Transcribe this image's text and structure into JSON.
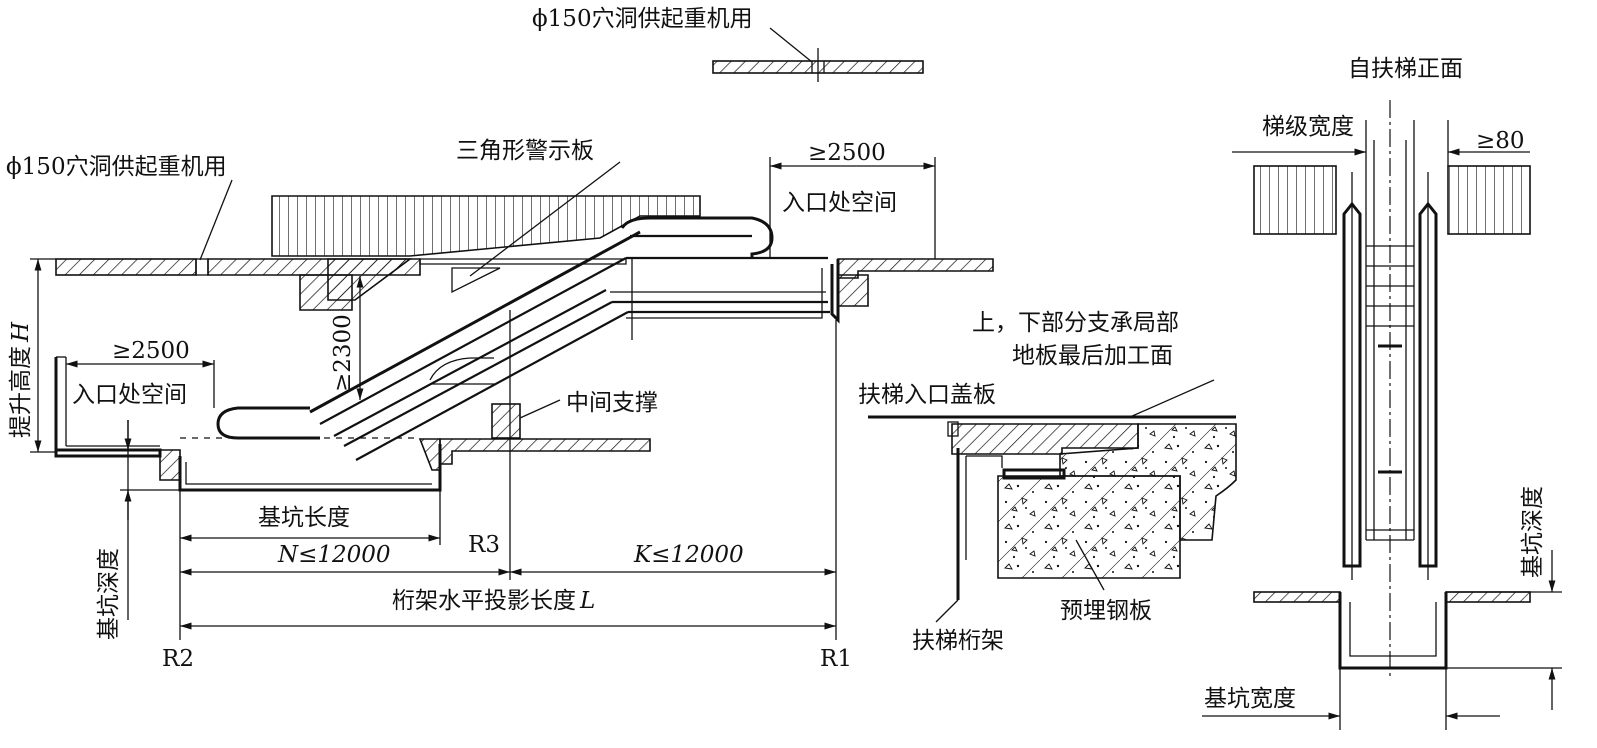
{
  "labels": {
    "crane_hole_top": "ϕ150穴洞供起重机用",
    "crane_hole_left": "ϕ150穴洞供起重机用",
    "warning_plate": "三角形警示板",
    "top_clearance_dim": "≥2500",
    "top_entry_space": "入口处空间",
    "lift_height": "提升高度",
    "lift_height_symbol": "H",
    "bottom_clearance_dim": "≥2500",
    "bottom_entry_space": "入口处空间",
    "headroom_dim": "≥2300",
    "middle_support": "中间支撑",
    "pit_length": "基坑长度",
    "n_dim": "N≤12000",
    "r3": "R3",
    "k_dim": "K≤12000",
    "truss_projection": "桁架水平投影长度",
    "truss_projection_symbol": "L",
    "r2": "R2",
    "r1": "R1",
    "pit_depth_left": "基坑深度",
    "support_note_line1": "上，下部分支承局部",
    "support_note_line2": "地板最后加工面",
    "entry_cover": "扶梯入口盖板",
    "escalator_truss": "扶梯桁架",
    "embedded_plate": "预埋钢板",
    "front_view_title": "自扶梯正面",
    "step_width": "梯级宽度",
    "side_clearance": "≥80",
    "pit_depth_right": "基坑深度",
    "pit_width": "基坑宽度"
  }
}
